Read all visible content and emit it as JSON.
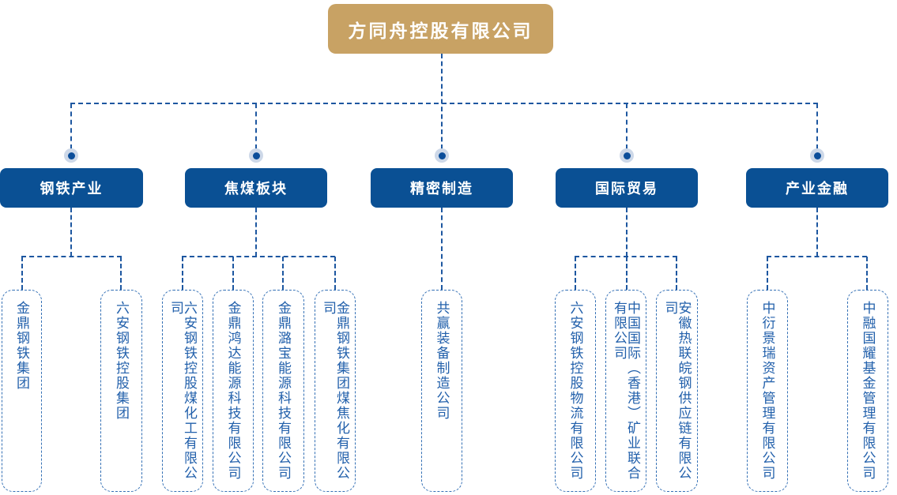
{
  "root": {
    "label": "方同舟控股有限公司"
  },
  "colors": {
    "root_gold": "#c8a264",
    "sector_blue": "#0a5094",
    "line_blue": "#1d57a0",
    "child_border_blue": "#3470b5",
    "child_text_blue": "#2260ab",
    "dot_halo": "#cdd8e8",
    "dot_core": "#0c4e9a"
  },
  "groups": [
    {
      "label": "钢铁产业",
      "children": [
        "金鼎钢铁集团",
        "六安钢铁控股集团"
      ]
    },
    {
      "label": "焦煤板块",
      "children": [
        "六安钢铁控股煤化工有限公司",
        "金鼎鸿达能源科技有限公司",
        "金鼎潞宝能源科技有限公司",
        "金鼎钢铁集团煤焦化有限公司"
      ]
    },
    {
      "label": "精密制造",
      "children": [
        "共赢装备制造公司"
      ]
    },
    {
      "label": "国际贸易",
      "children": [
        "六安钢铁控股物流有限公司",
        "中国国际（香港）矿业联合有限公司",
        "安徽热联皖钢供应链有限公司"
      ]
    },
    {
      "label": "产业金融",
      "children": [
        "中衍景瑞资产管理有限公司",
        "中融国耀基金管理有限公司"
      ]
    }
  ]
}
